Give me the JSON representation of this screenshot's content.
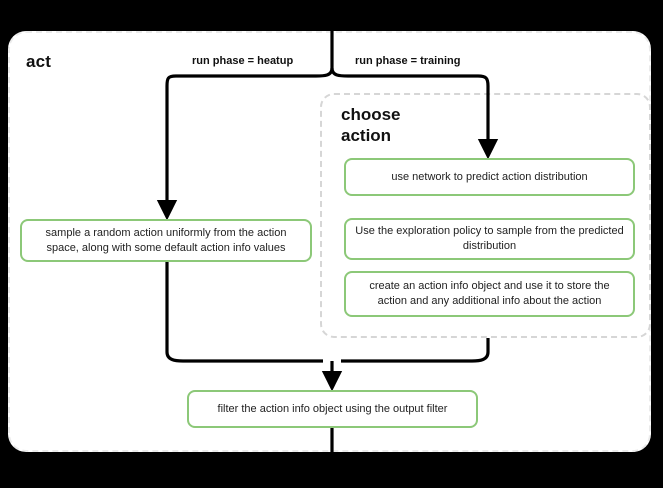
{
  "diagram": {
    "type": "flowchart",
    "title": "act",
    "outer_scope_label": "act",
    "inner_scope_label": "choose\naction",
    "background_color": "#000000",
    "panel_color": "#ffffff",
    "node_border_color": "#8cc878",
    "edge_color": "#000000",
    "scope_border_color": "#d6d6d6"
  },
  "edge_labels": {
    "heatup": "run phase = heatup",
    "training": "run phase = training"
  },
  "nodes": {
    "sample_random_action": "sample a random action uniformly from the action space, along with some default action info values",
    "use_network": "use network to predict action distribution",
    "exploration_policy": "Use the exploration policy to sample from the predicted distribution",
    "create_action_info": "create an action info object and use it to store the action and any additional info about the action",
    "filter_action_info": "filter the action info object using the output filter"
  }
}
